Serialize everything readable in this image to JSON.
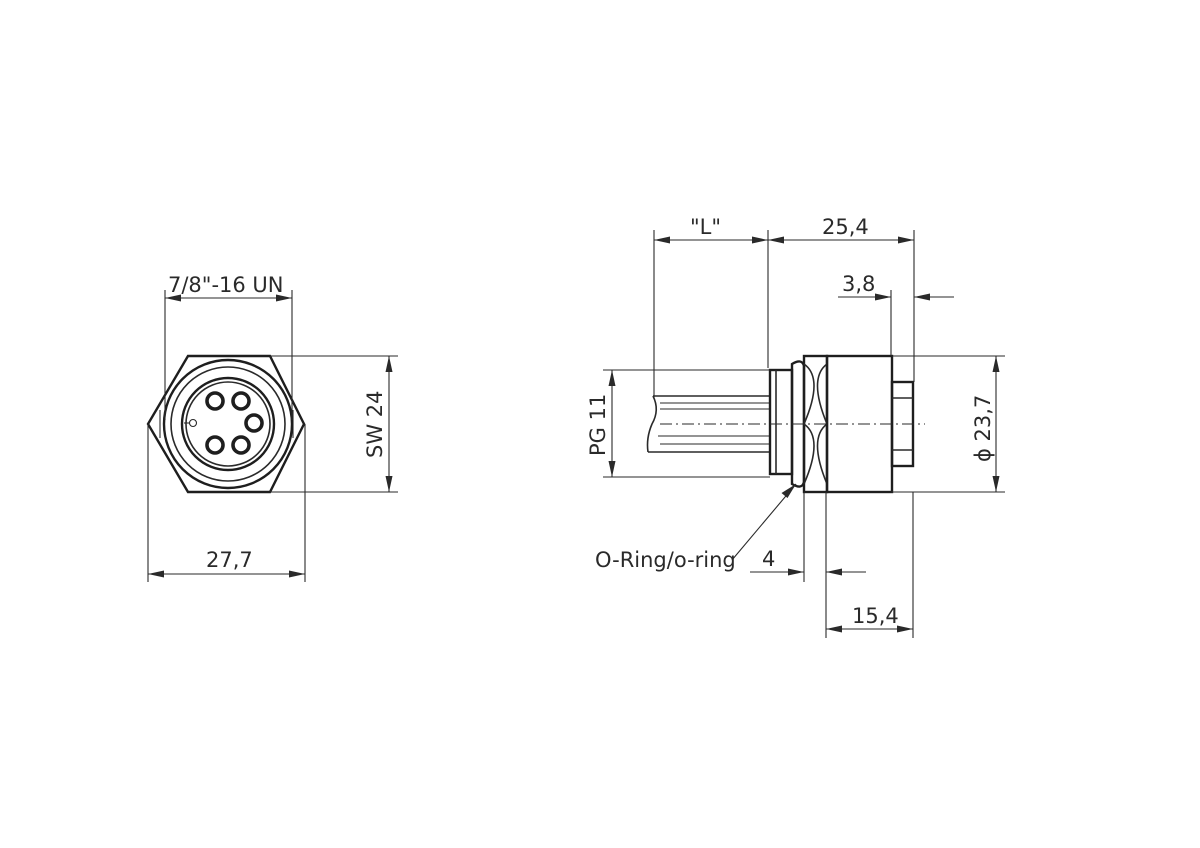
{
  "front_view": {
    "thread_label": "7/8\"-16 UN",
    "width_label": "27,7",
    "wrench_label": "SW 24"
  },
  "side_view": {
    "cable_length_label": "\"L\"",
    "body_length_label": "25,4",
    "tip_length_label": "3,8",
    "diameter_label": "ϕ 23,7",
    "gland_label": "PG 11",
    "oring_label": "O-Ring/o-ring",
    "flange_label": "4",
    "nut_length_label": "15,4"
  }
}
